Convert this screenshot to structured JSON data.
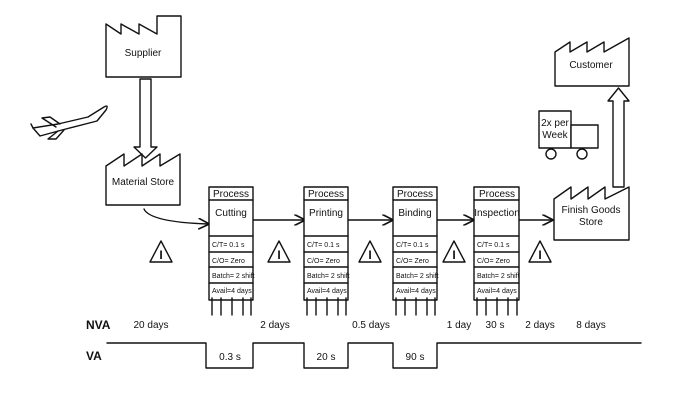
{
  "supplier": {
    "label": "Supplier"
  },
  "material_store": {
    "label": "Material Store"
  },
  "customer": {
    "label": "Customer"
  },
  "finish_goods_store": {
    "line1": "Finish Goods",
    "line2": "Store"
  },
  "truck": {
    "line1": "2x per",
    "line2": "Week"
  },
  "inventory_symbol": "I",
  "processes": [
    {
      "header": "Process",
      "name": "Cutting",
      "ct": "C/T= 0.1 s",
      "co": "C/O= Zero",
      "batch": "Batch= 2 shift",
      "avail": "Avail=4 days"
    },
    {
      "header": "Process",
      "name": "Printing",
      "ct": "C/T= 0.1 s",
      "co": "C/O= Zero",
      "batch": "Batch= 2 shift",
      "avail": "Avail=4 days"
    },
    {
      "header": "Process",
      "name": "Binding",
      "ct": "C/T= 0.1 s",
      "co": "C/O= Zero",
      "batch": "Batch= 2 shift",
      "avail": "Avail=4 days"
    },
    {
      "header": "Process",
      "name": "Inspection",
      "ct": "C/T= 0.1 s",
      "co": "C/O= Zero",
      "batch": "Batch= 2 shift",
      "avail": "Avail=4 days"
    }
  ],
  "timeline": {
    "nva_label": "NVA",
    "va_label": "VA",
    "nva_values": [
      "20 days",
      "2 days",
      "0.5 days",
      "1 day",
      "30 s",
      "2 days",
      "8 days"
    ],
    "va_values": [
      "0.3 s",
      "20 s",
      "90 s"
    ]
  }
}
